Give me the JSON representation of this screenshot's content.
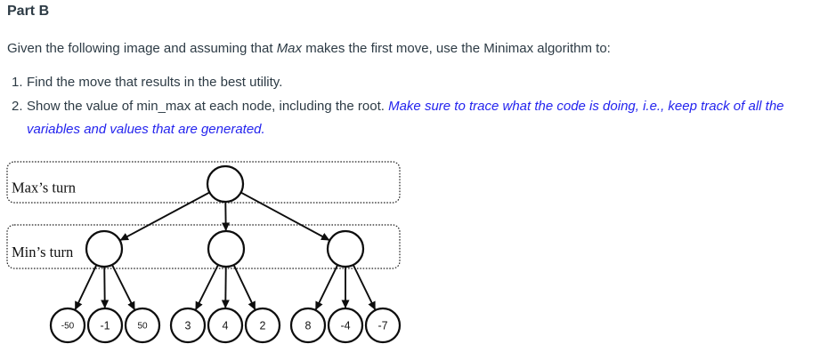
{
  "colors": {
    "text": "#2d3b45",
    "accent_blue": "#2424ee",
    "diagram_ink": "#0d0d0d"
  },
  "header": {
    "title": "Part B"
  },
  "intro": {
    "segments": [
      {
        "text": "Given the following image and assuming that ",
        "style": "normal"
      },
      {
        "text": "Max",
        "style": "italic"
      },
      {
        "text": " makes the first move, use the Minimax algorithm to:",
        "style": "normal"
      }
    ]
  },
  "instructions": [
    {
      "number": "1.",
      "segments": [
        {
          "text": "Find the move that results in the best utility.",
          "style": "normal"
        }
      ]
    },
    {
      "number": "2.",
      "segments": [
        {
          "text": "Show the value of min_max at each node, including the root. ",
          "style": "normal"
        },
        {
          "text": "Make sure to trace what the code is doing, i.e., keep track of all the variables and values that are generated.",
          "style": "blue_italic"
        }
      ]
    }
  ],
  "diagram": {
    "max_row_label": "Max’s turn",
    "min_row_label": "Min’s turn",
    "tree": {
      "root_label": "",
      "min_node_count": 3,
      "leaf_values": [
        [
          "-50",
          "-1",
          "50"
        ],
        [
          "3",
          "4",
          "2"
        ],
        [
          "8",
          "-4",
          "-7"
        ]
      ]
    }
  }
}
